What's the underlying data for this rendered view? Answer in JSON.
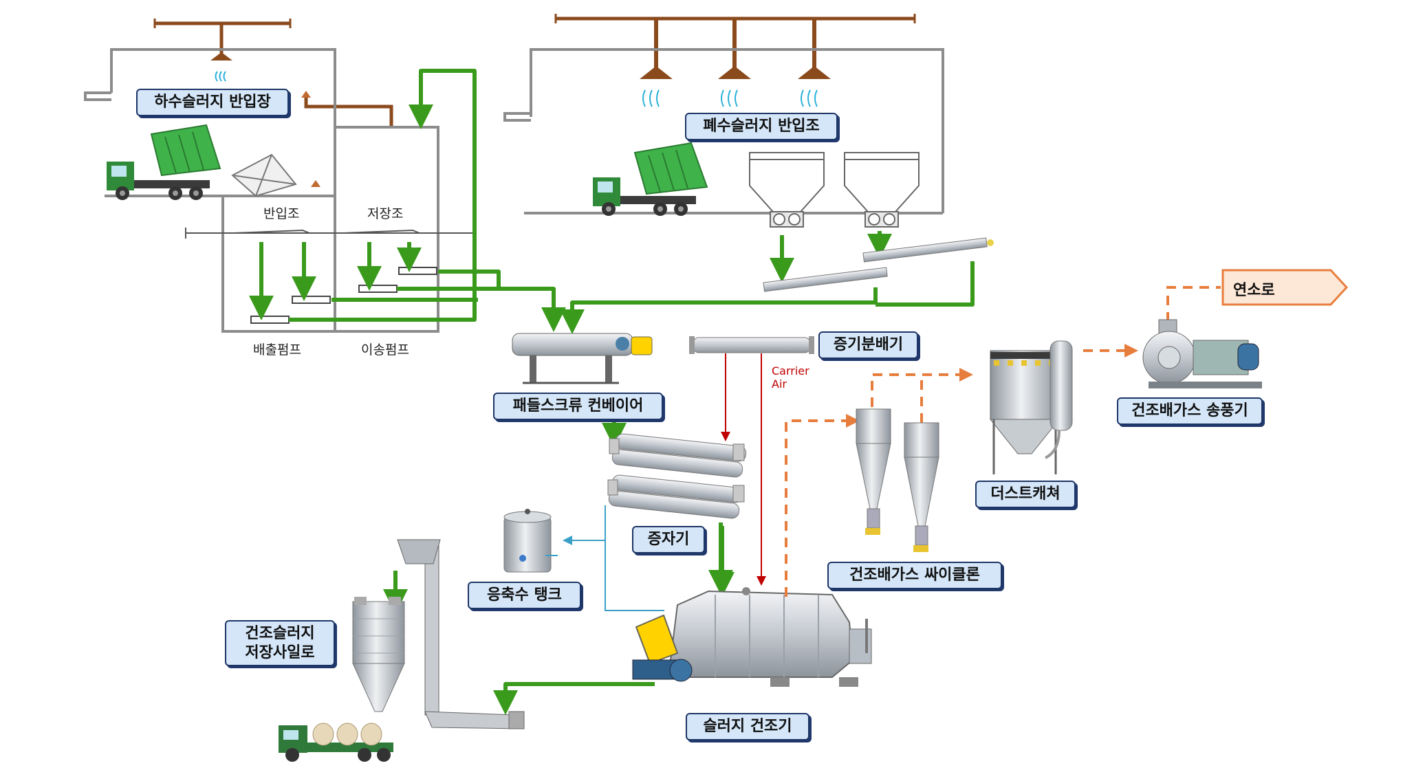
{
  "labels": {
    "sewage_receiving": "하수슬러지 반입장",
    "wastewater_receiving": "폐수슬러지 반입조",
    "paddle_conveyor": "패들스크류 컨베이어",
    "steam_header": "증기분배기",
    "evaporator": "증자기",
    "condensate_tank": "응축수 탱크",
    "silo": "건조슬러지\n저장사일로",
    "dryer": "슬러지 건조기",
    "cyclone": "건조배가스 싸이클론",
    "dust_catcher": "더스트캐쳐",
    "blower": "건조배가스 송풍기",
    "incinerator": "연소로"
  },
  "plain": {
    "receiving_tank": "반입조",
    "storage_tank": "저장조",
    "discharge_pump": "배출펌프",
    "transfer_pump": "이송펌프",
    "carrier_air": "Carrier\nAir"
  },
  "colors": {
    "sludge_line": "#3a9a1c",
    "gas_line": "#e77d3c",
    "steam_line": "#c00000",
    "condensate_line": "#3aa0c8",
    "exhaust_duct": "#8b4a1c",
    "label_fill": "#d4e6f8",
    "label_border": "#1d3566"
  }
}
